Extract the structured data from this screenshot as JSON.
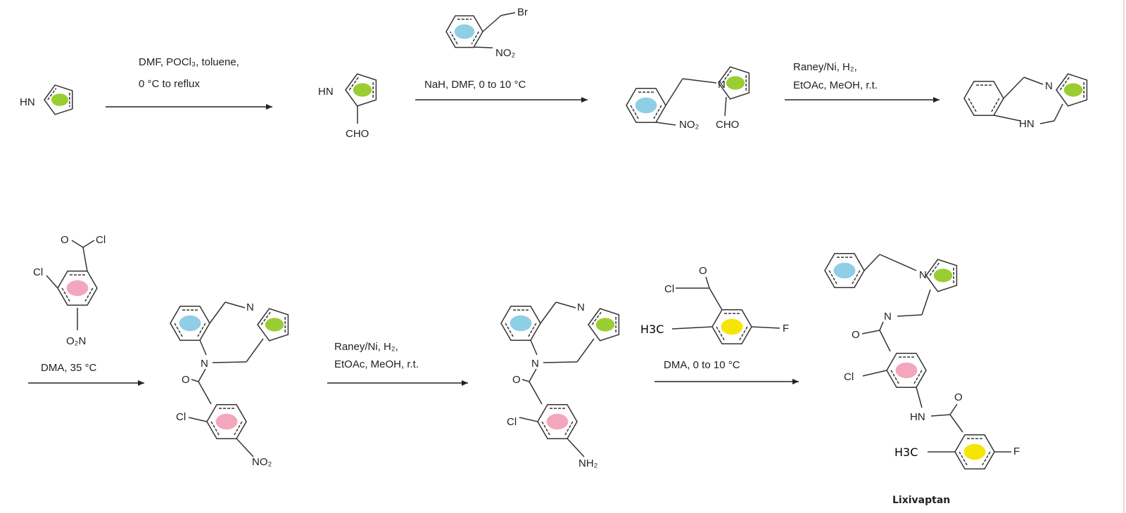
{
  "title": "Synthesis of Lixivaptan",
  "colors": {
    "pyrrole": "#9acd32",
    "benzo": "#8ecfe6",
    "chloronitro": "#f4a6bd",
    "fluorotoluoyl": "#f5e500"
  },
  "steps": [
    {
      "conditions": [
        "DMF, POCl₃, toluene,",
        "0 °C to reflux"
      ]
    },
    {
      "conditions": [
        "NaH, DMF, 0 to 10 °C"
      ],
      "reagent": {
        "labels": [
          "Br",
          "NO₂"
        ]
      }
    },
    {
      "conditions": [
        "Raney/Ni, H₂,",
        "EtOAc, MeOH, r.t."
      ]
    },
    {
      "conditions": [
        "DMA, 35 °C"
      ],
      "reagent": {
        "labels": [
          "O",
          "Cl",
          "Cl",
          "O₂N"
        ]
      }
    },
    {
      "conditions": [
        "Raney/Ni, H₂,",
        "EtOAc, MeOH, r.t."
      ]
    },
    {
      "conditions": [
        "DMA, 0 to 10 °C"
      ],
      "reagent": {
        "labels": [
          "O",
          "Cl",
          "H3C",
          "F"
        ]
      }
    }
  ],
  "compounds": [
    {
      "labels": [
        "HN"
      ]
    },
    {
      "labels": [
        "HN",
        "CHO"
      ]
    },
    {
      "labels": [
        "N",
        "NO₂",
        "CHO"
      ]
    },
    {
      "labels": [
        "N",
        "HN"
      ]
    },
    {
      "labels": [
        "N",
        "N",
        "O",
        "Cl",
        "NO₂"
      ]
    },
    {
      "labels": [
        "N",
        "N",
        "O",
        "Cl",
        "NH₂"
      ]
    },
    {
      "labels": [
        "N",
        "N",
        "O",
        "Cl",
        "HN",
        "O",
        "H3C",
        "F"
      ],
      "name": "Lixivaptan"
    }
  ]
}
